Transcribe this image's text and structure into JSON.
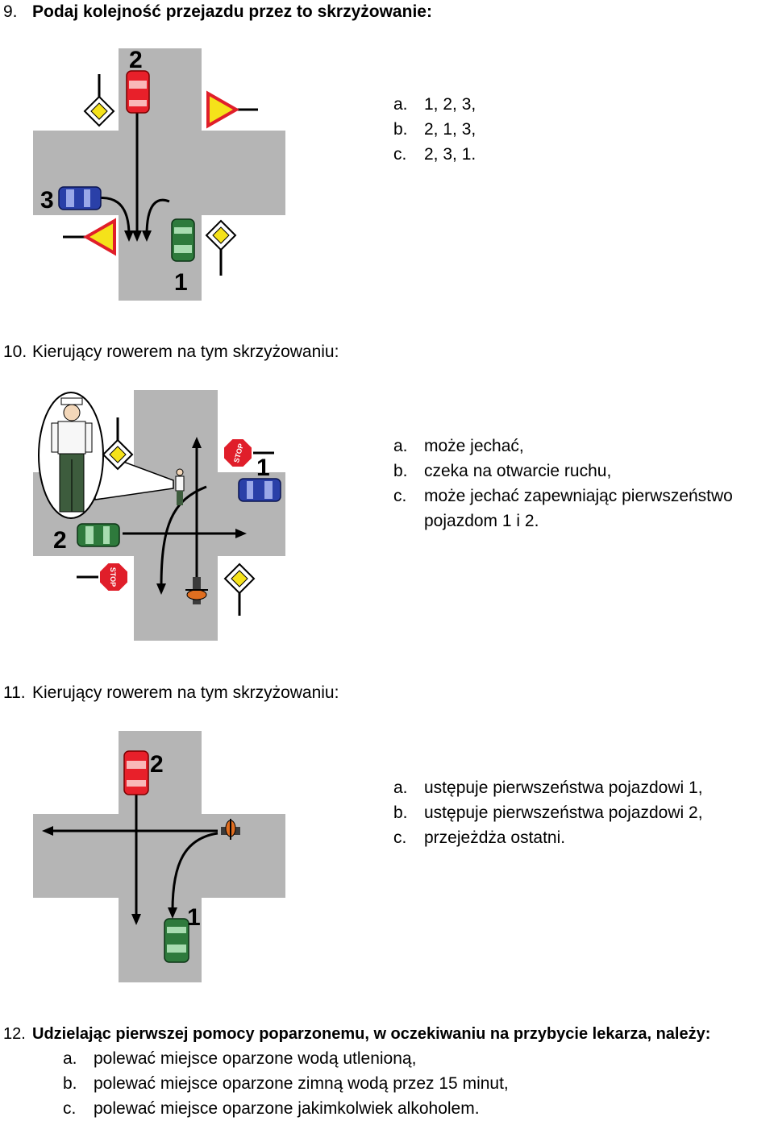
{
  "questions": [
    {
      "number": "9.",
      "text": "Podaj kolejność przejazdu przez to skrzyżowanie:",
      "answers": [
        {
          "letter": "a.",
          "text": "1, 2, 3,"
        },
        {
          "letter": "b.",
          "text": "2, 1, 3,"
        },
        {
          "letter": "c.",
          "text": "2, 3, 1."
        }
      ],
      "diagram_labels": [
        "2",
        "3",
        "1"
      ]
    },
    {
      "number": "10.",
      "text": "Kierujący rowerem na tym skrzyżowaniu:",
      "answers": [
        {
          "letter": "a.",
          "text": "może jechać,"
        },
        {
          "letter": "b.",
          "text": "czeka na otwarcie ruchu,"
        },
        {
          "letter": "c.",
          "text": "może jechać zapewniając pierwszeństwo pojazdom 1 i 2."
        }
      ],
      "diagram_labels": [
        "1",
        "2"
      ],
      "stop_sign_text": "STOP"
    },
    {
      "number": "11.",
      "text": "Kierujący rowerem na tym skrzyżowaniu:",
      "answers": [
        {
          "letter": "a.",
          "text": "ustępuje pierwszeństwa pojazdowi 1,"
        },
        {
          "letter": "b.",
          "text": "ustępuje pierwszeństwa pojazdowi 2,"
        },
        {
          "letter": "c.",
          "text": "przejeżdża ostatni."
        }
      ],
      "diagram_labels": [
        "2",
        "1"
      ]
    },
    {
      "number": "12.",
      "text": "Udzielając pierwszej pomocy poparzonemu, w oczekiwaniu na przybycie lekarza, należy:",
      "answers": [
        {
          "letter": "a.",
          "text": "polewać miejsce oparzone wodą utlenioną,"
        },
        {
          "letter": "b.",
          "text": "polewać miejsce oparzone zimną wodą przez 15 minut,"
        },
        {
          "letter": "c.",
          "text": "polewać miejsce oparzone jakimkolwiek alkoholem."
        }
      ]
    }
  ],
  "colors": {
    "road": "#b5b5b5",
    "car_red": "#e8202a",
    "car_blue": "#2a40a8",
    "car_green": "#2e7a3c",
    "sign_yellow": "#f5e21a",
    "sign_red": "#e01e2a"
  }
}
